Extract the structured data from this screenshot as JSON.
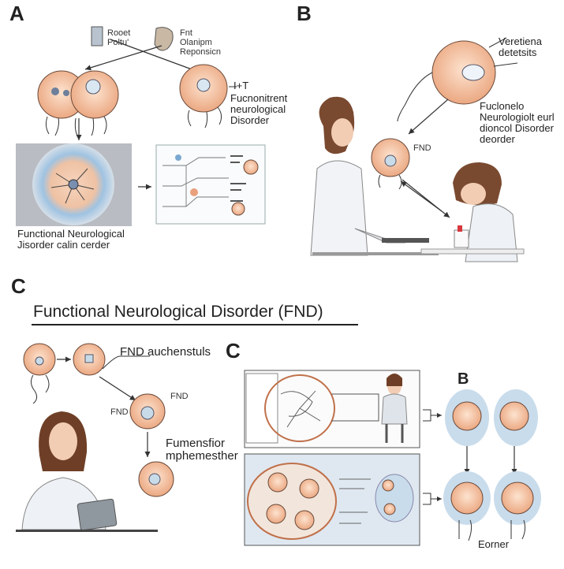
{
  "panel_a": {
    "label": "A",
    "legend_line1": "Rooet",
    "legend_line2": "Poltu'",
    "legend_line3": "Fnt",
    "legend_line4": "Olanipm",
    "legend_line5": "Reponsicn",
    "t_label": "I+T",
    "right_text_1": "Fucnonitrent",
    "right_text_2": "neurological",
    "right_text_3": "Disorder",
    "caption_1": "Functional Neurological",
    "caption_2": "Jisorder calin cerder"
  },
  "panel_b": {
    "label": "B",
    "text_top_1": "Veretiena",
    "text_top_2": "detetsits",
    "text_mid_1": "Fuclonelo",
    "text_mid_2": "Neurologiolt eurl",
    "text_mid_3": "dioncol Disorder",
    "text_mid_4": "deorder",
    "fnd": "FND"
  },
  "panel_c": {
    "label": "C",
    "title": "Functional Neurological Disorder (FND)",
    "fnd_text": "FND auchenstuls",
    "fnd_a": "FND",
    "fnd_b": "FND",
    "side_1": "Fumensfior",
    "side_2": "mphemesther"
  },
  "panel_c2": {
    "label": "C",
    "sub_b": "B",
    "bottom_label": "Eorner"
  },
  "colors": {
    "cell_fill": "#f4c6a6",
    "cell_stroke": "#6b4a3a",
    "halo": "#a9c9e6",
    "line": "#333333"
  }
}
